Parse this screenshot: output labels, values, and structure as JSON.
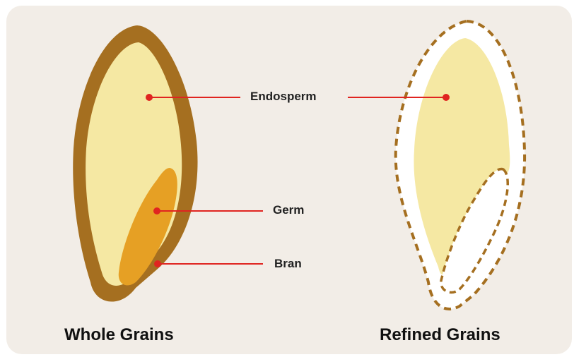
{
  "labels": {
    "endosperm": "Endosperm",
    "germ": "Germ",
    "bran": "Bran"
  },
  "captions": {
    "whole": "Whole Grains",
    "refined": "Refined Grains"
  },
  "colors": {
    "background": "#f2ede7",
    "bran": "#a56f20",
    "endosperm": "#f5e8a3",
    "germ": "#e6a024",
    "pointer": "#e02420",
    "refined_outline": "#a56f20"
  }
}
